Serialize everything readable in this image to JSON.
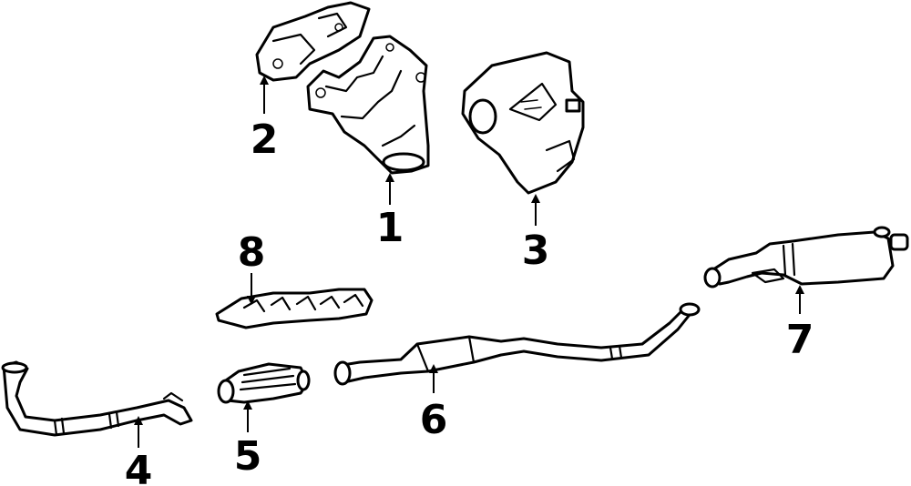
{
  "callouts": [
    {
      "id": "exhaust-manifold",
      "number": "1"
    },
    {
      "id": "manifold-heat-shield",
      "number": "2"
    },
    {
      "id": "manifold-cover",
      "number": "3"
    },
    {
      "id": "front-pipe",
      "number": "4"
    },
    {
      "id": "catalytic-converter",
      "number": "5"
    },
    {
      "id": "intermediate-pipe",
      "number": "6"
    },
    {
      "id": "muffler",
      "number": "7"
    },
    {
      "id": "converter-heat-shield",
      "number": "8"
    }
  ]
}
